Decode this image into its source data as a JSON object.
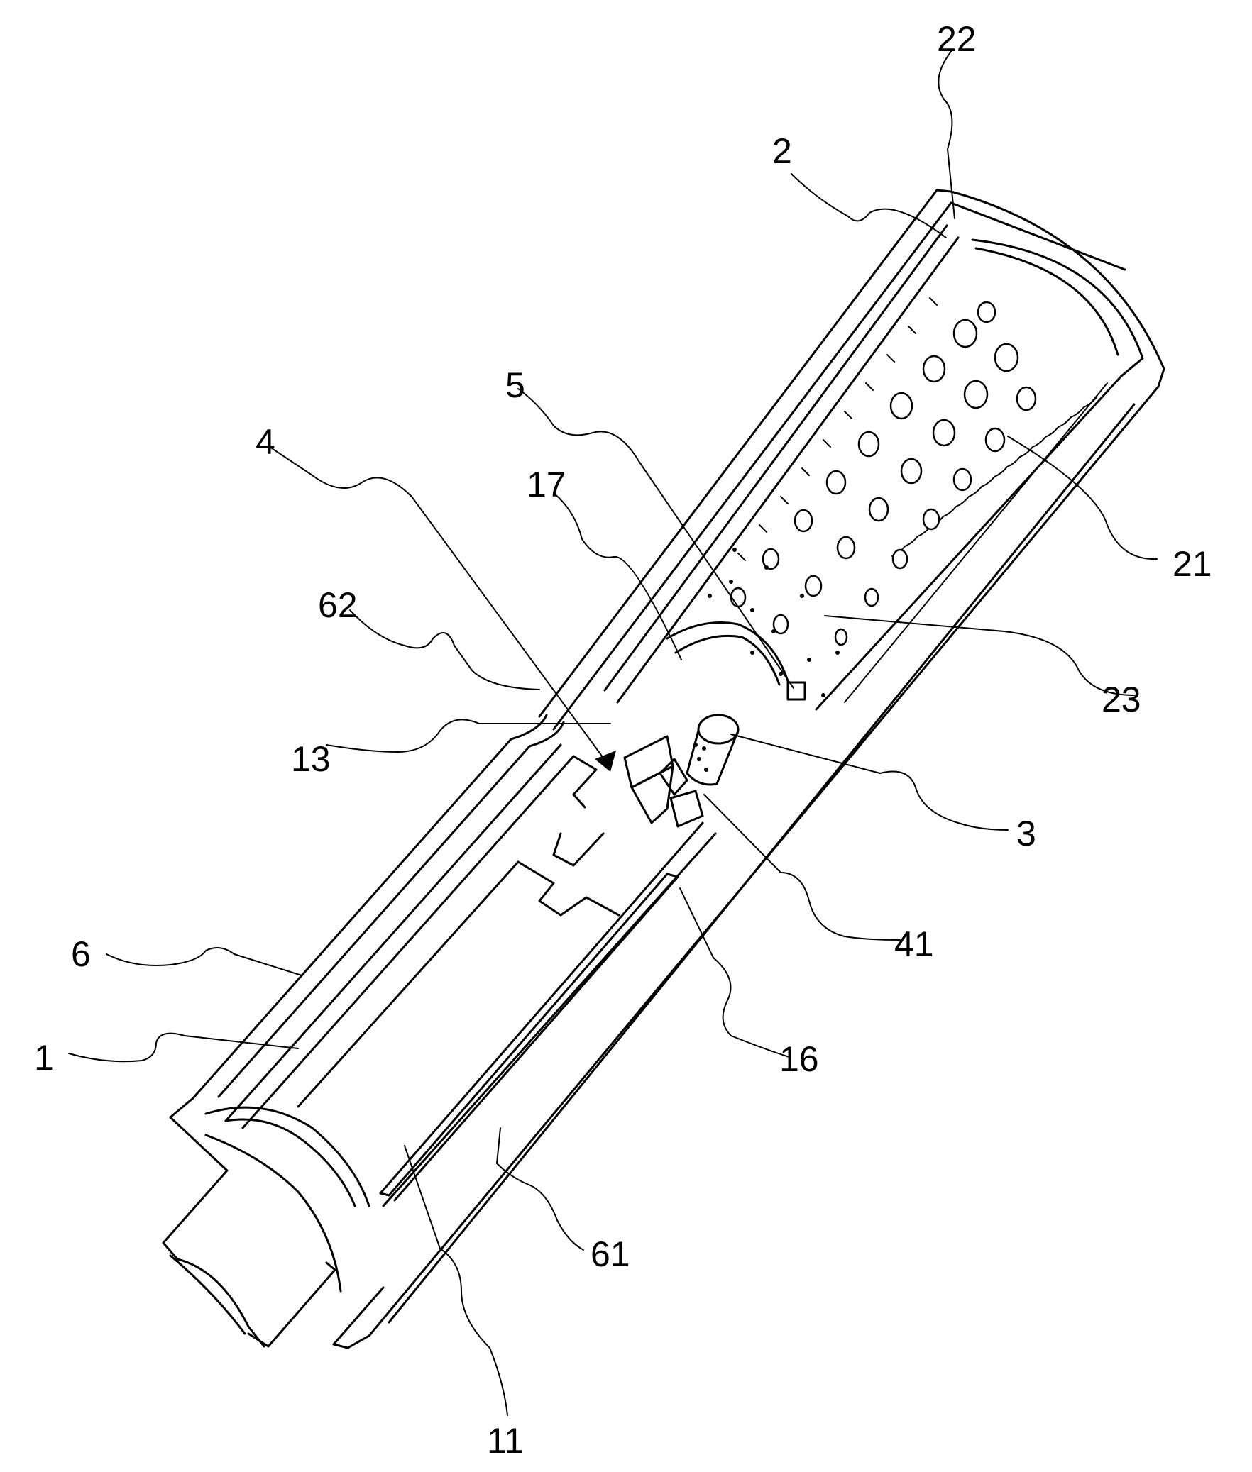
{
  "figure": {
    "labels": {
      "l1": "1",
      "l2": "2",
      "l3": "3",
      "l4": "4",
      "l5": "5",
      "l6": "6",
      "l11": "11",
      "l13": "13",
      "l16": "16",
      "l17": "17",
      "l21": "21",
      "l22": "22",
      "l23": "23",
      "l41": "41",
      "l61": "61",
      "l62": "62"
    }
  }
}
